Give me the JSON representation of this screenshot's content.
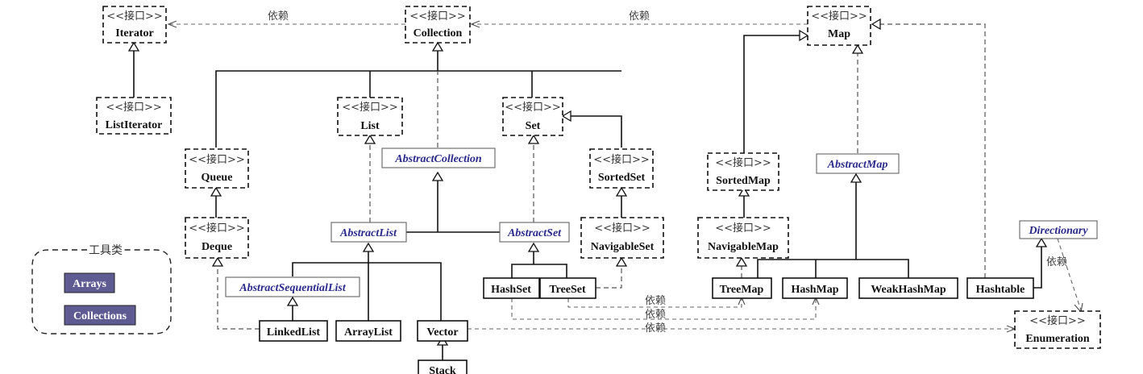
{
  "diagram": {
    "stereotype": "<<接口>>",
    "dependency_label": "依赖",
    "interfaces": {
      "iterator": "Iterator",
      "collection": "Collection",
      "map": "Map",
      "list_iterator": "ListIterator",
      "list": "List",
      "set": "Set",
      "queue": "Queue",
      "sorted_set": "SortedSet",
      "sorted_map": "SortedMap",
      "deque": "Deque",
      "navigable_set": "NavigableSet",
      "navigable_map": "NavigableMap",
      "enumeration": "Enumeration"
    },
    "abstract_classes": {
      "abstract_collection": "AbstractCollection",
      "abstract_map": "AbstractMap",
      "abstract_list": "AbstractList",
      "abstract_set": "AbstractSet",
      "directionary": "Directionary",
      "abstract_sequential_list": "AbstractSequentialList"
    },
    "classes": {
      "hash_set": "HashSet",
      "tree_set": "TreeSet",
      "tree_map": "TreeMap",
      "hash_map": "HashMap",
      "weak_hash_map": "WeakHashMap",
      "hashtable": "Hashtable",
      "linked_list": "LinkedList",
      "array_list": "ArrayList",
      "vector": "Vector",
      "stack": "Stack"
    },
    "utilities": {
      "title": "工具类",
      "arrays": "Arrays",
      "collections": "Collections"
    }
  }
}
